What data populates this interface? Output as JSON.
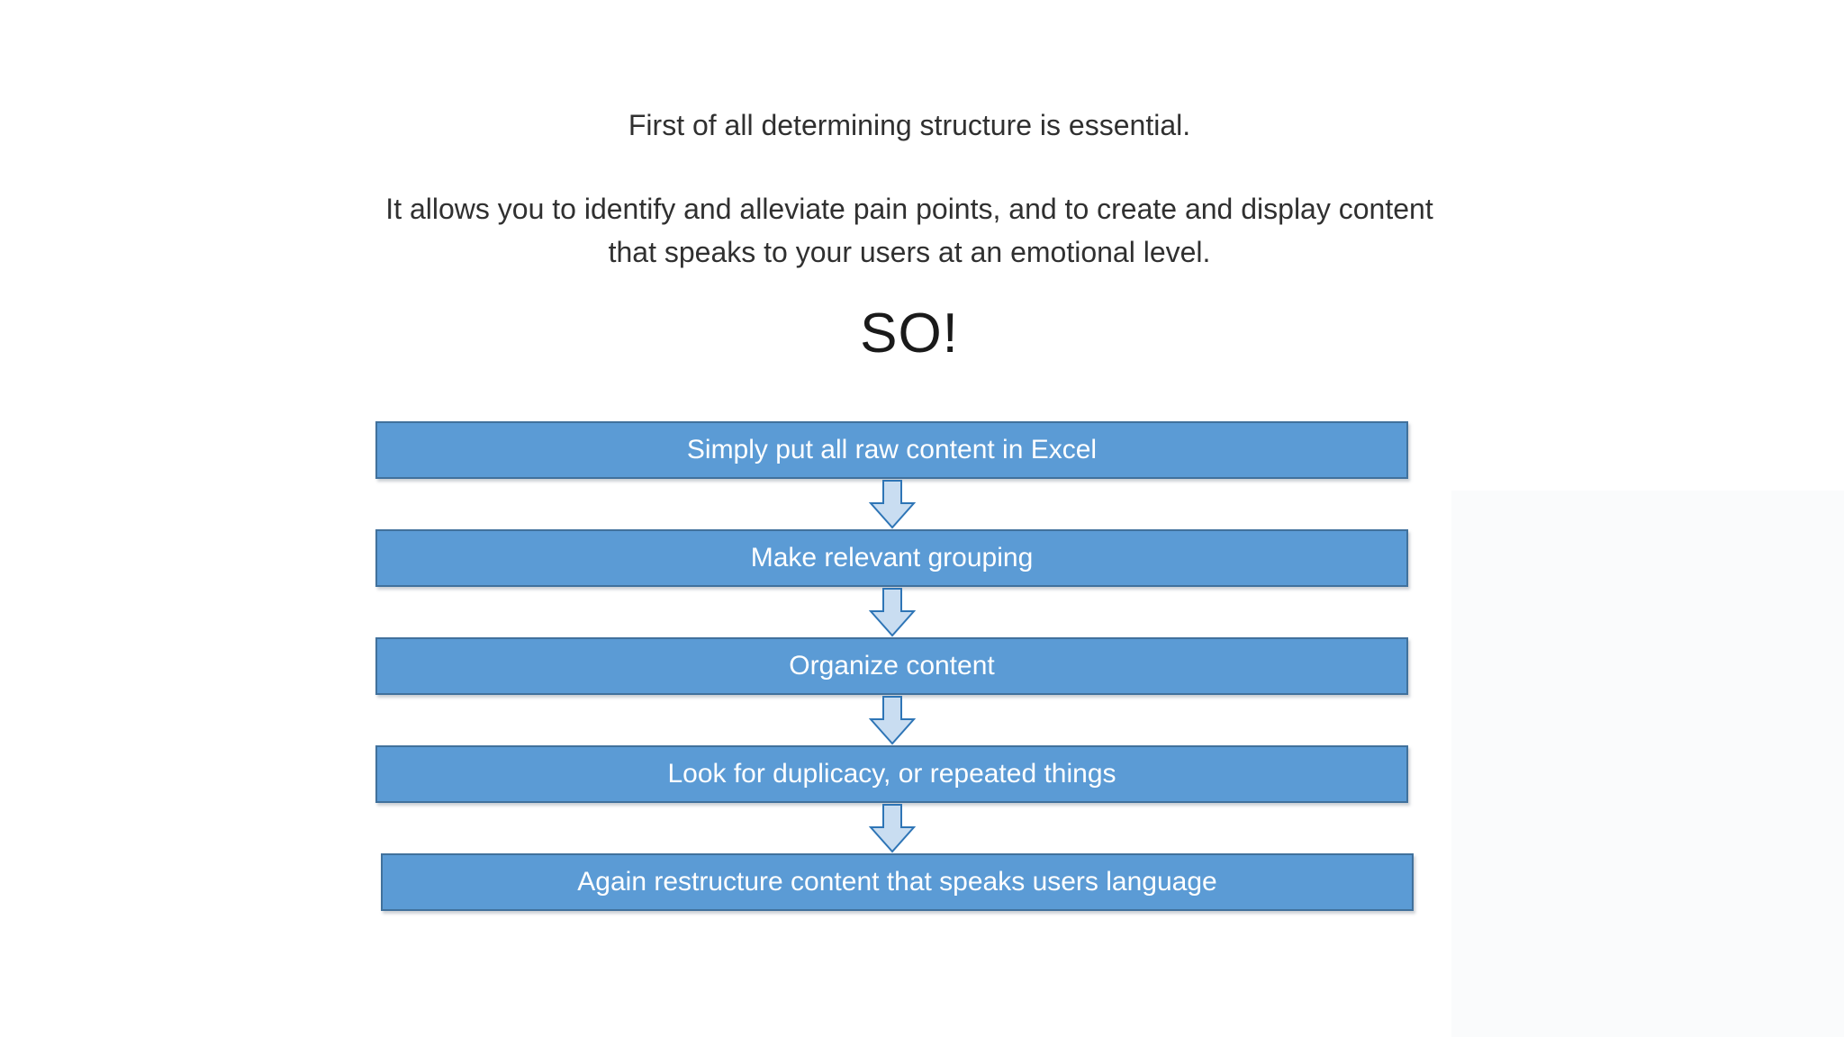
{
  "slide": {
    "intro_line": "First of all determining structure is essential.",
    "body_line1": "It allows you to identify and alleviate pain points, and to create and display content",
    "body_line2": "that speaks to your users at an emotional level.",
    "emphasis": "SO!",
    "flow_steps": [
      "Simply put all raw content in Excel",
      "Make relevant grouping",
      "Organize content",
      "Look for duplicacy, or repeated things",
      "Again restructure content that speaks users language"
    ],
    "colors": {
      "box_fill": "#5b9bd5",
      "box_border": "#41719c",
      "box_text": "#ffffff",
      "arrow_fill": "#c9ddf1",
      "arrow_border": "#2e75b6",
      "body_text": "#303030"
    }
  }
}
